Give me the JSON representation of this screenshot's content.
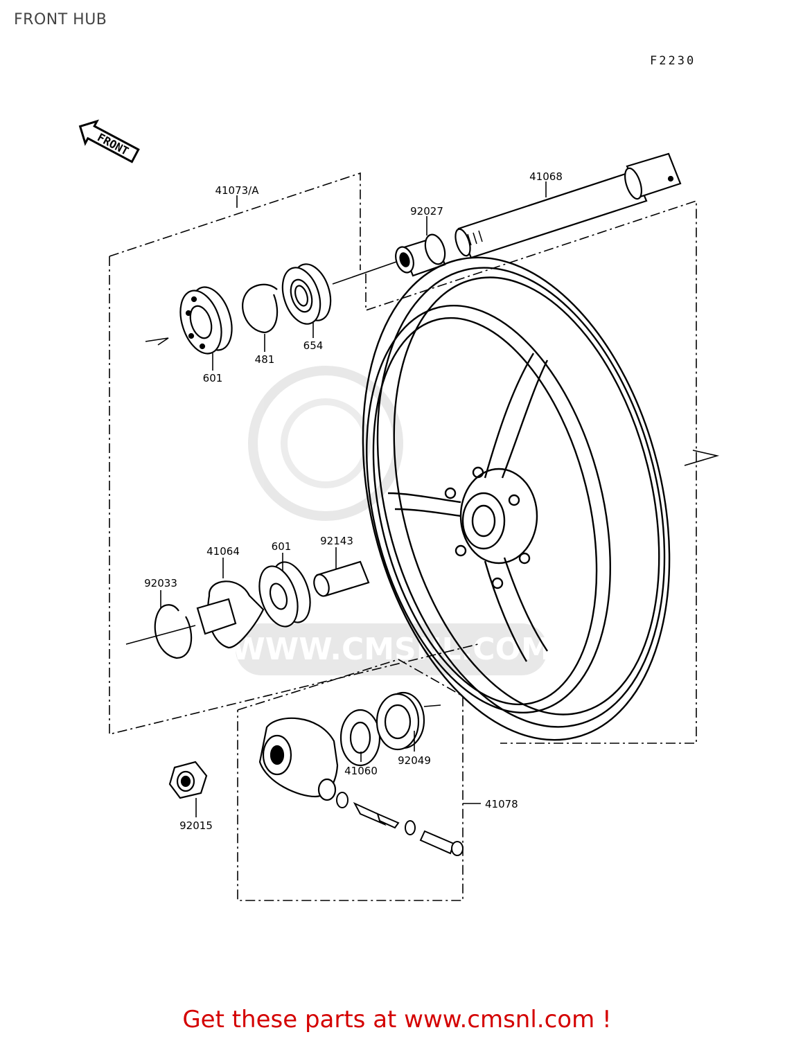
{
  "header": {
    "title": "FRONT HUB",
    "figure_code": "F2230"
  },
  "front_arrow": {
    "label": "FRONT"
  },
  "parts": [
    {
      "number": "41073/A"
    },
    {
      "number": "41068"
    },
    {
      "number": "92027"
    },
    {
      "number": "654"
    },
    {
      "number": "481"
    },
    {
      "number": "601"
    },
    {
      "number": "41064"
    },
    {
      "number": "601"
    },
    {
      "number": "92143"
    },
    {
      "number": "92033"
    },
    {
      "number": "41060"
    },
    {
      "number": "92049"
    },
    {
      "number": "41078"
    },
    {
      "number": "92015"
    }
  ],
  "watermark": {
    "text": "WWW.CMSNL.COM"
  },
  "footer": {
    "text": "Get these parts at www.cmsnl.com !"
  }
}
